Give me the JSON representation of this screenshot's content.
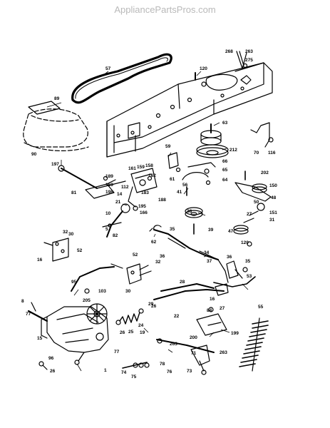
{
  "watermark": "AppliancePartsPros.com",
  "labels": [
    "57",
    "120",
    "268",
    "263",
    "275",
    "89",
    "63",
    "59",
    "212",
    "70",
    "116",
    "90",
    "61",
    "66",
    "65",
    "197",
    "189",
    "161",
    "159",
    "158",
    "202",
    "169",
    "162",
    "56",
    "41",
    "64",
    "150",
    "198",
    "112",
    "14",
    "183",
    "81",
    "188",
    "48",
    "50",
    "38",
    "27",
    "21",
    "195",
    "166",
    "151",
    "31",
    "10",
    "82",
    "5",
    "39",
    "32",
    "62",
    "35",
    "47",
    "30",
    "120",
    "52",
    "36",
    "16",
    "34",
    "37",
    "52",
    "32",
    "36",
    "35",
    "28",
    "53",
    "30",
    "95",
    "103",
    "26",
    "27",
    "29",
    "16",
    "8",
    "84",
    "205",
    "25",
    "26",
    "24",
    "22",
    "199",
    "77",
    "55",
    "15",
    "263",
    "200",
    "77",
    "71",
    "263",
    "96",
    "26",
    "74",
    "75",
    "78",
    "76",
    "73",
    "1",
    "19"
  ],
  "diagram": {
    "line_color": "#000000",
    "background": "#ffffff"
  }
}
